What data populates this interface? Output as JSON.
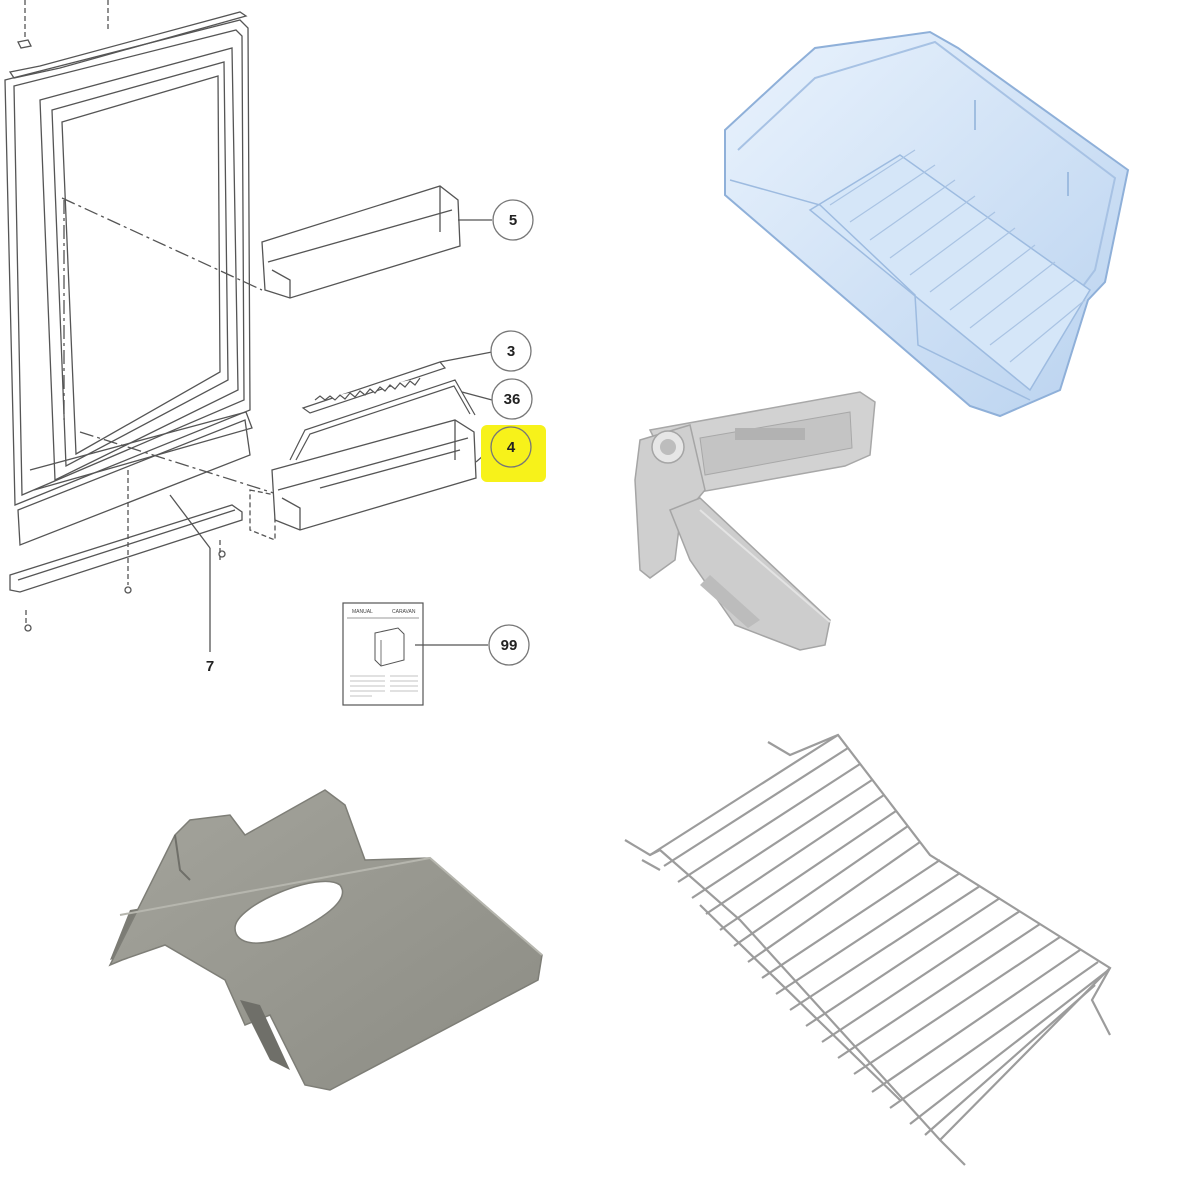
{
  "diagram": {
    "callouts": [
      {
        "id": "c5",
        "label": "5"
      },
      {
        "id": "c3",
        "label": "3"
      },
      {
        "id": "c36",
        "label": "36"
      },
      {
        "id": "c4",
        "label": "4",
        "highlighted": true
      },
      {
        "id": "c99",
        "label": "99"
      }
    ],
    "free_labels": {
      "part_7": "7"
    },
    "manual": {
      "left_heading": "MANUAL",
      "right_heading": "CARAVAN"
    },
    "colors": {
      "line": "#555555",
      "highlight": "#f7f21a",
      "bin_blue": "#c9ddf5",
      "bracket_grey": "#c9c9c9",
      "clip_grey": "#9a9a92",
      "wire": "#9c9c9c"
    }
  }
}
